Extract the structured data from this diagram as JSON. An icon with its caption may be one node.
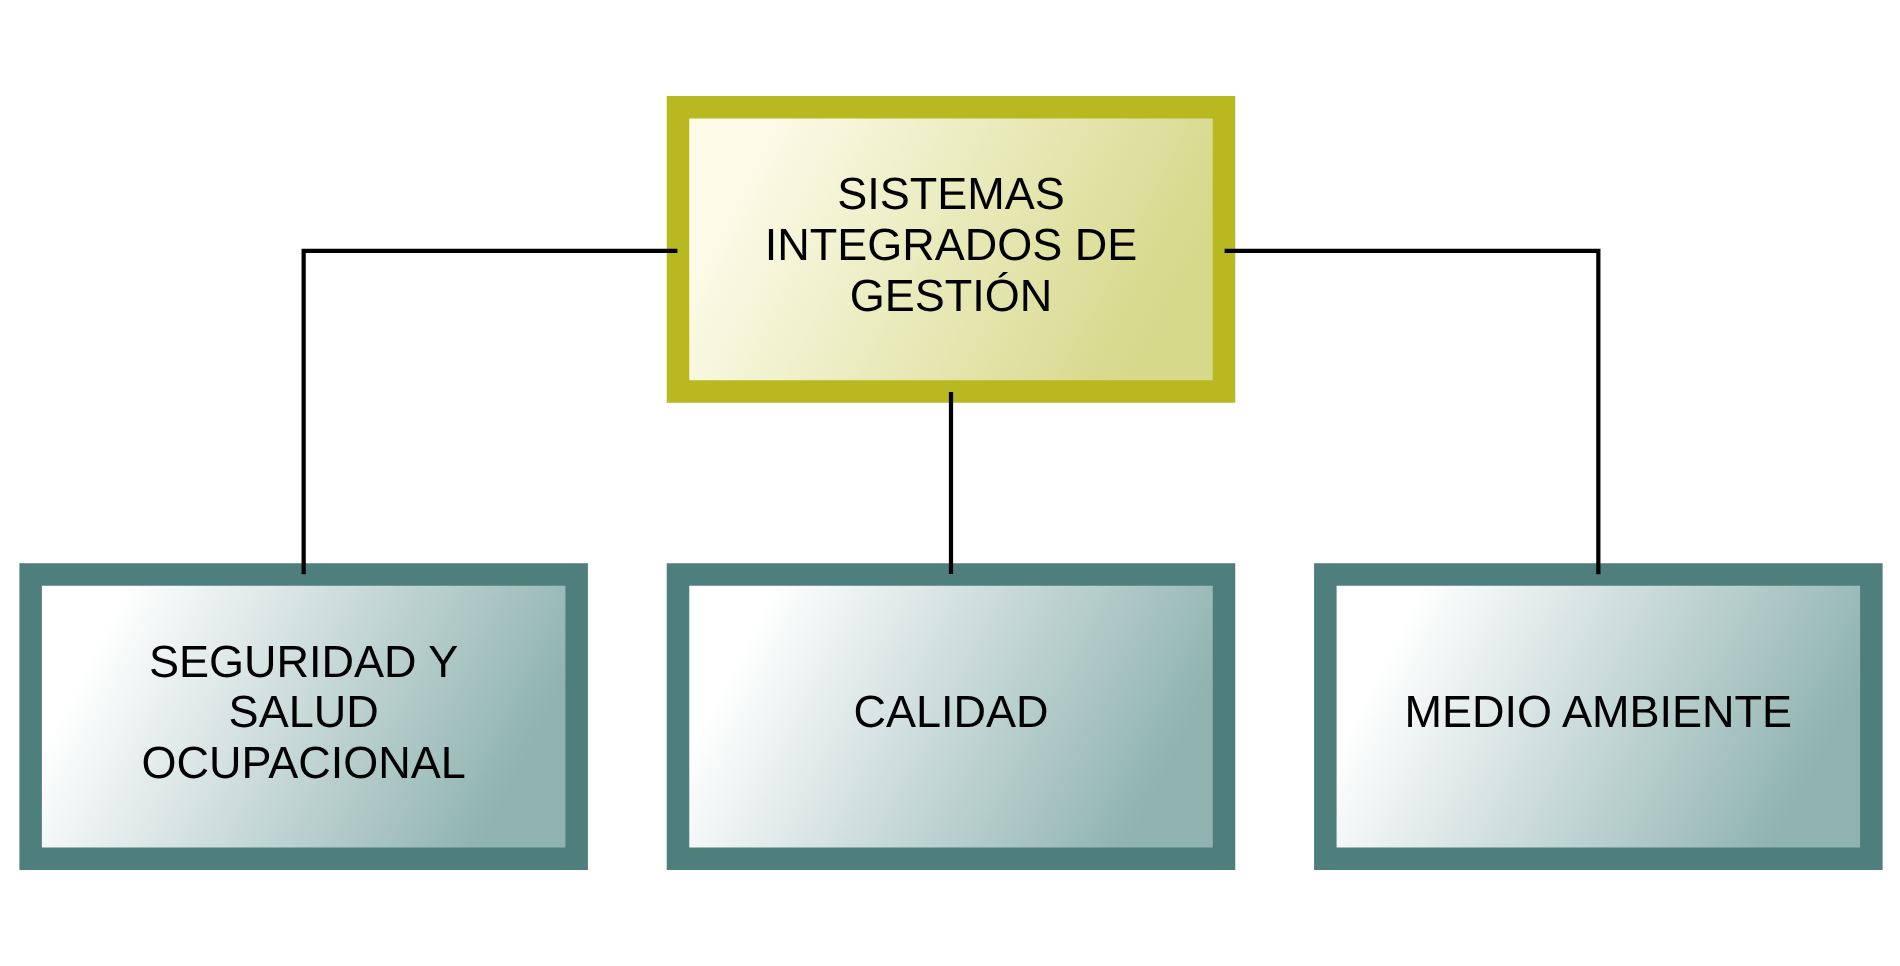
{
  "diagram": {
    "nodes": [
      {
        "text": [
          "SISTEMAS INTEGRADOS DE GESTIÓN"
        ]
      },
      {
        "text": [
          "SEGURIDAD Y SALUD OCUPACIONAL"
        ]
      },
      {
        "text": [
          "CALIDAD"
        ]
      },
      {
        "text": [
          "MEDIO AMBIENTE"
        ]
      }
    ],
    "edges": [
      {
        "from": 0,
        "to": 1,
        "arrow": "none"
      },
      {
        "from": 0,
        "to": 2,
        "arrow": "none"
      },
      {
        "from": 0,
        "to": 3,
        "arrow": "none"
      }
    ]
  }
}
